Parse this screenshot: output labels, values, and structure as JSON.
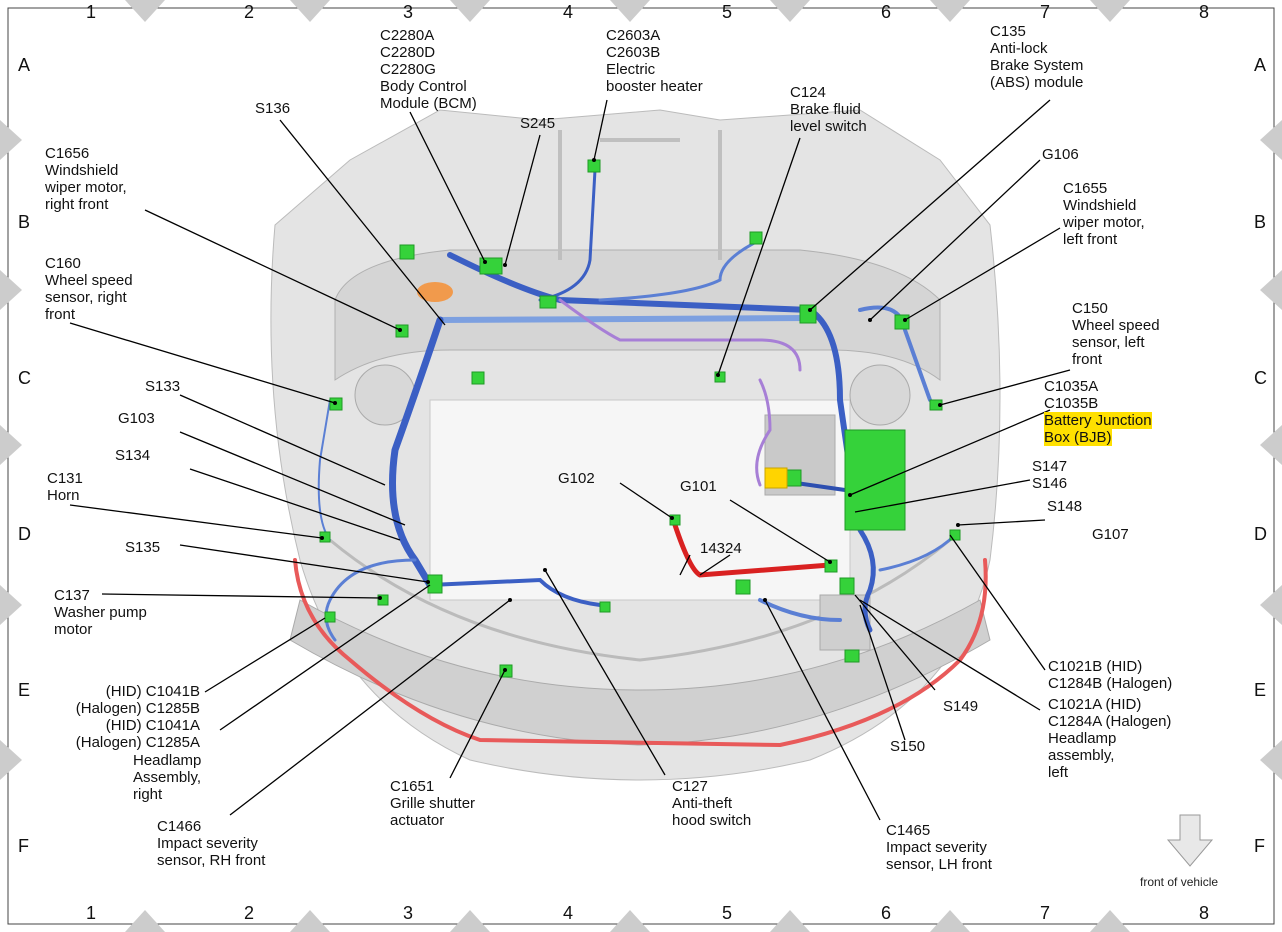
{
  "grid": {
    "columns": [
      "1",
      "2",
      "3",
      "4",
      "5",
      "6",
      "7",
      "8"
    ],
    "rows": [
      "A",
      "B",
      "C",
      "D",
      "E",
      "F"
    ]
  },
  "labels": {
    "c2280": "C2280A\nC2280D\nC2280G\nBody Control\nModule (BCM)",
    "c2603": "C2603A\nC2603B\nElectric\nbooster heater",
    "c135": "C135\nAnti-lock\nBrake System\n(ABS) module",
    "s136": "S136",
    "s245": "S245",
    "c124": "C124\nBrake fluid\nlevel switch",
    "c1656": "C1656\nWindshield\nwiper motor,\nright front",
    "g106": "G106",
    "c1655": "C1655\nWindshield\nwiper motor,\nleft front",
    "c160": "C160\nWheel speed\nsensor, right\nfront",
    "c150": "C150\nWheel speed\nsensor, left\nfront",
    "s133": "S133",
    "c1035": "C1035A\nC1035B",
    "bjb1": "Battery Junction",
    "bjb2": "Box (BJB)",
    "g103": "G103",
    "s134": "S134",
    "g102": "G102",
    "g101": "G101",
    "s147": "S147\nS146",
    "s148": "S148",
    "c131": "C131\nHorn",
    "g107": "G107",
    "s135": "S135",
    "w14324": "14324",
    "c137": "C137\nWasher pump\nmotor",
    "c1021": "C1021B (HID)\nC1284B (Halogen)",
    "c1041": "(HID) C1041B\n(Halogen) C1285B\n(HID) C1041A\n(Halogen) C1285A",
    "headlamp_r": "Headlamp\nAssembly,\nright",
    "s149": "S149",
    "c1021a": "C1021A (HID)\nC1284A (Halogen)\nHeadlamp\nassembly,\nleft",
    "s150": "S150",
    "c1651": "C1651\nGrille shutter\nactuator",
    "c127": "C127\nAnti-theft\nhood switch",
    "c1466": "C1466\nImpact severity\nsensor, RH front",
    "c1465": "C1465\nImpact severity\nsensor, LH front",
    "front": "front of vehicle"
  }
}
